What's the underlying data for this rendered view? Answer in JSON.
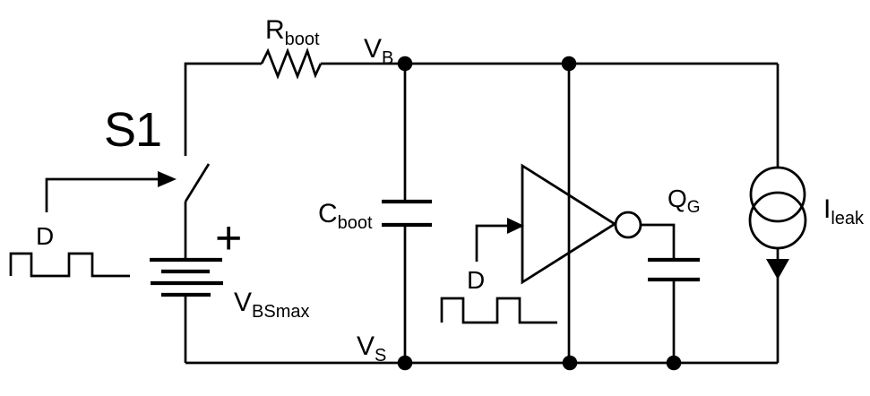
{
  "figure": {
    "kind": "circuit-schematic",
    "description": "Bootstrap gate-drive circuit model with switch S1, bootstrap resistor and capacitor, high-side driver, gate charge capacitor and leakage current source"
  },
  "colors": {
    "line": "#000000",
    "background": "#ffffff"
  },
  "labels": {
    "s1": "S1",
    "plus": "+",
    "d_switch": "D",
    "d_driver": "D",
    "r_boot": {
      "main": "R",
      "sub": "boot"
    },
    "v_b": {
      "main": "V",
      "sub": "B"
    },
    "c_boot": {
      "main": "C",
      "sub": "boot"
    },
    "v_bsmax": {
      "main": "V",
      "sub": "BSmax"
    },
    "v_s": {
      "main": "V",
      "sub": "S"
    },
    "q_g": {
      "main": "Q",
      "sub": "G"
    },
    "i_leak": {
      "main": "I",
      "sub": "leak"
    }
  },
  "components": [
    {
      "id": "switch-s1",
      "type": "switch-open",
      "label": "S1",
      "controlled_by": "D"
    },
    {
      "id": "resistor-rboot",
      "type": "resistor",
      "label": "Rboot"
    },
    {
      "id": "capacitor-cboot",
      "type": "capacitor",
      "label": "Cboot"
    },
    {
      "id": "source-vbsmax",
      "type": "battery",
      "label": "VBSmax",
      "polarity": "+"
    },
    {
      "id": "gate-driver",
      "type": "inverting-buffer",
      "controlled_by": "D"
    },
    {
      "id": "capacitor-qg",
      "type": "capacitor",
      "label": "QG"
    },
    {
      "id": "source-ileak",
      "type": "current-source",
      "label": "Ileak",
      "arrow_direction": "down"
    }
  ],
  "nodes": [
    {
      "id": "node-vb",
      "label": "VB",
      "position": "top rail"
    },
    {
      "id": "node-vs",
      "label": "VS",
      "position": "bottom rail"
    }
  ]
}
